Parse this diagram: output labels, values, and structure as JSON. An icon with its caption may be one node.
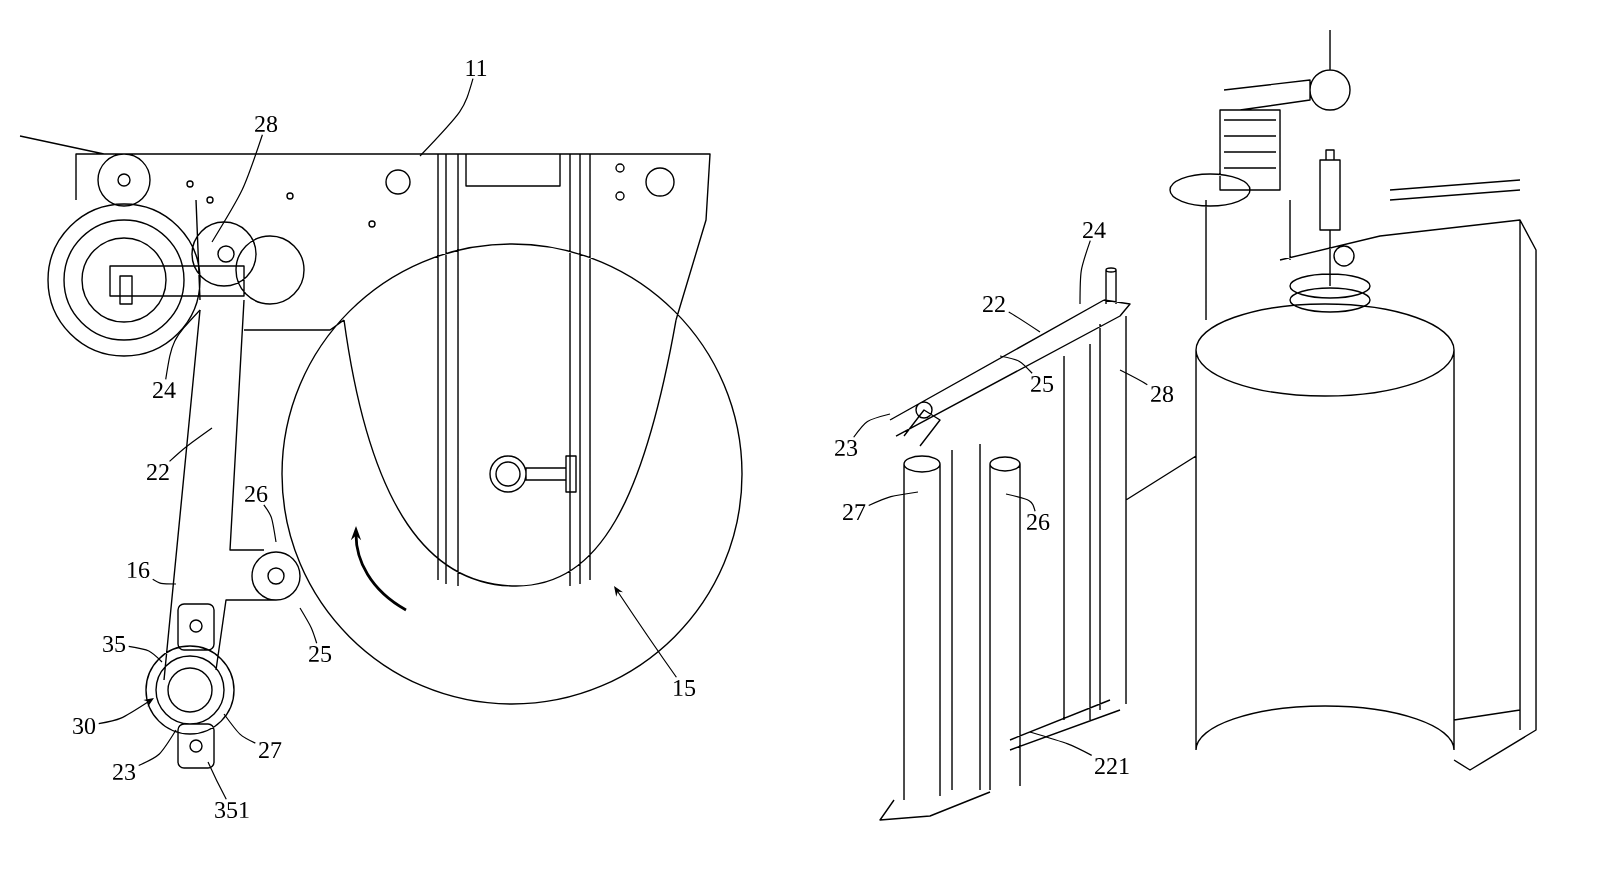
{
  "diagram": {
    "nodes": [
      {
        "text": [
          "11"
        ]
      },
      {
        "text": [
          "28"
        ]
      },
      {
        "text": [
          "24"
        ]
      },
      {
        "text": [
          "22"
        ]
      },
      {
        "text": [
          "26"
        ]
      },
      {
        "text": [
          "16"
        ]
      },
      {
        "text": [
          "35"
        ]
      },
      {
        "text": [
          "25"
        ]
      },
      {
        "text": [
          "15"
        ]
      },
      {
        "text": [
          "30"
        ]
      },
      {
        "text": [
          "27"
        ]
      },
      {
        "text": [
          "23"
        ]
      },
      {
        "text": [
          "351"
        ]
      },
      {
        "text": [
          "24"
        ]
      },
      {
        "text": [
          "22"
        ]
      },
      {
        "text": [
          "25"
        ]
      },
      {
        "text": [
          "28"
        ]
      },
      {
        "text": [
          "23"
        ]
      },
      {
        "text": [
          "27"
        ]
      },
      {
        "text": [
          "26"
        ]
      },
      {
        "text": [
          "221"
        ]
      }
    ],
    "edges": [
      {
        "from": 0,
        "to": null,
        "arrow": "none"
      },
      {
        "from": 1,
        "to": null,
        "arrow": "none"
      },
      {
        "from": 2,
        "to": null,
        "arrow": "none"
      },
      {
        "from": 3,
        "to": null,
        "arrow": "none"
      },
      {
        "from": 4,
        "to": null,
        "arrow": "none"
      },
      {
        "from": 5,
        "to": null,
        "arrow": "none"
      },
      {
        "from": 6,
        "to": null,
        "arrow": "none"
      },
      {
        "from": 7,
        "to": null,
        "arrow": "none"
      },
      {
        "from": 8,
        "to": null,
        "arrow": "to"
      },
      {
        "from": 9,
        "to": null,
        "arrow": "to"
      },
      {
        "from": 10,
        "to": null,
        "arrow": "none"
      },
      {
        "from": 11,
        "to": null,
        "arrow": "none"
      },
      {
        "from": 12,
        "to": null,
        "arrow": "none"
      },
      {
        "from": 13,
        "to": null,
        "arrow": "none"
      },
      {
        "from": 14,
        "to": null,
        "arrow": "none"
      },
      {
        "from": 15,
        "to": null,
        "arrow": "none"
      },
      {
        "from": 16,
        "to": null,
        "arrow": "none"
      },
      {
        "from": 17,
        "to": null,
        "arrow": "none"
      },
      {
        "from": 18,
        "to": null,
        "arrow": "none"
      },
      {
        "from": 19,
        "to": null,
        "arrow": "none"
      },
      {
        "from": 20,
        "to": null,
        "arrow": "none"
      }
    ]
  }
}
